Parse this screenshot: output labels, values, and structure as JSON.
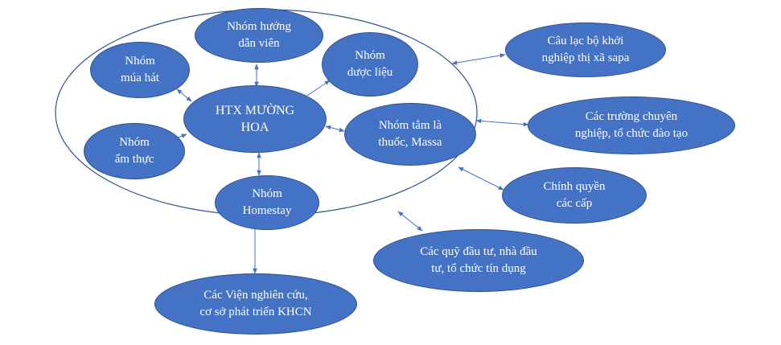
{
  "colors": {
    "node_fill": "#4472c4",
    "node_border": "#2f528f",
    "node_text": "#ffffff",
    "connector": "#4472c4",
    "container_outline": "#2f528f"
  },
  "center": {
    "label_line1": "HTX MƯỜNG",
    "label_line2": "HOA"
  },
  "inner_groups": [
    {
      "line1": "Nhóm hướng",
      "line2": "dẫn viên"
    },
    {
      "line1": "Nhóm",
      "line2": "múa hát"
    },
    {
      "line1": "Nhóm",
      "line2": "dược liệu"
    },
    {
      "line1": "Nhóm",
      "line2": "ẩm thực"
    },
    {
      "line1": "Nhóm tắm là",
      "line2": "thuốc, Massa"
    },
    {
      "line1": "Nhóm",
      "line2": "Homestay"
    }
  ],
  "external_partners": [
    {
      "line1": "Câu lạc bộ khởi",
      "line2": "nghiệp thị xã sapa"
    },
    {
      "line1": "Các trường chuyên",
      "line2": "nghiệp, tổ chức đào tạo"
    },
    {
      "line1": "Chính quyền",
      "line2": "các cấp"
    },
    {
      "line1": "Các quỹ đầu tư, nhà đầu",
      "line2": "tư, tổ chức tín dụng"
    },
    {
      "line1": "Các Viện nghiên cứu,",
      "line2": "cơ sở phát triển KHCN"
    }
  ]
}
